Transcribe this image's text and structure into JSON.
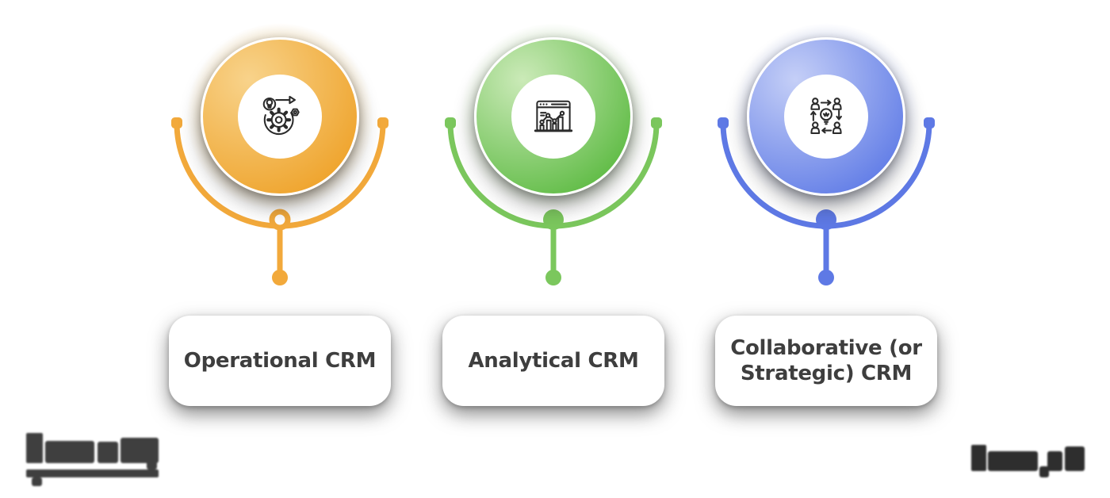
{
  "groups": [
    {
      "label": "Operational CRM",
      "icon": "gear-process-icon",
      "colors": {
        "gradient_from": "#F8D38B",
        "gradient_to": "#EFA52F",
        "stroke": "#F2A93B",
        "halo": "#FAE8C5",
        "node_style": "ring"
      }
    },
    {
      "label": "Analytical CRM",
      "icon": "analytics-chart-icon",
      "colors": {
        "gradient_from": "#CBEAB8",
        "gradient_to": "#63BD49",
        "stroke": "#7BC75D",
        "halo": "#E4F4DB",
        "node_style": "solid"
      }
    },
    {
      "label": "Collaborative (or Strategic) CRM",
      "icon": "team-collaboration-icon",
      "colors": {
        "gradient_from": "#C5CFF7",
        "gradient_to": "#6580E7",
        "stroke": "#5E79E5",
        "halo": "#E1E7FC",
        "node_style": "solid"
      }
    }
  ],
  "footer": {
    "left_logo": {
      "type": "wordmark",
      "legible": false,
      "color": "#3F3F3F"
    },
    "right_logo": {
      "type": "wordmark",
      "legible": false,
      "color": "#2E2E2E"
    }
  },
  "colors": {
    "background": "#FFFFFF",
    "label_text": "#3E3E3E",
    "icon_stroke": "#2B2B2B"
  }
}
